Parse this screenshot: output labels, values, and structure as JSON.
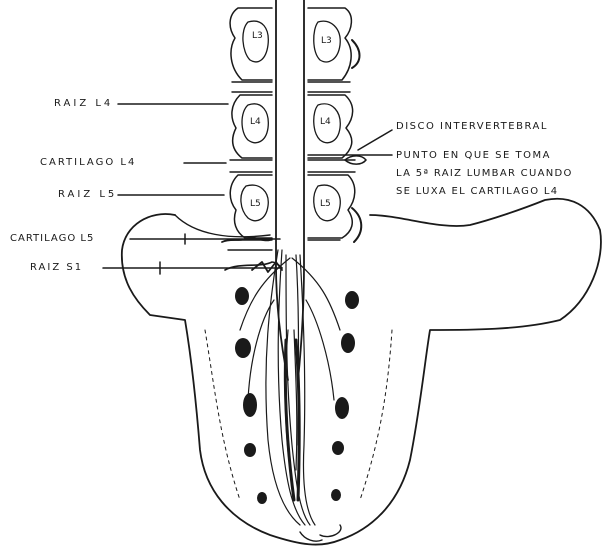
{
  "labels": {
    "raiz_l4": "RAIZ L4",
    "cartilago_l4": "CARTILAGO L4",
    "raiz_l5": "RAIZ L5",
    "cartilago_l5": "CARTILAGO L5",
    "raiz_s1": "RAIZ S1",
    "disco": "DISCO INTERVERTEBRAL",
    "punto_1": "PUNTO EN QUE SE TOMA",
    "punto_2": "LA 5ª RAIZ LUMBAR CUANDO",
    "punto_3": "SE LUXA EL CARTILAGO L4"
  },
  "vertebra_marks": [
    "L3",
    "L3",
    "L4",
    "L4",
    "L5",
    "L5"
  ],
  "colors": {
    "ink": "#1a1a1a",
    "paper": "#ffffff"
  }
}
